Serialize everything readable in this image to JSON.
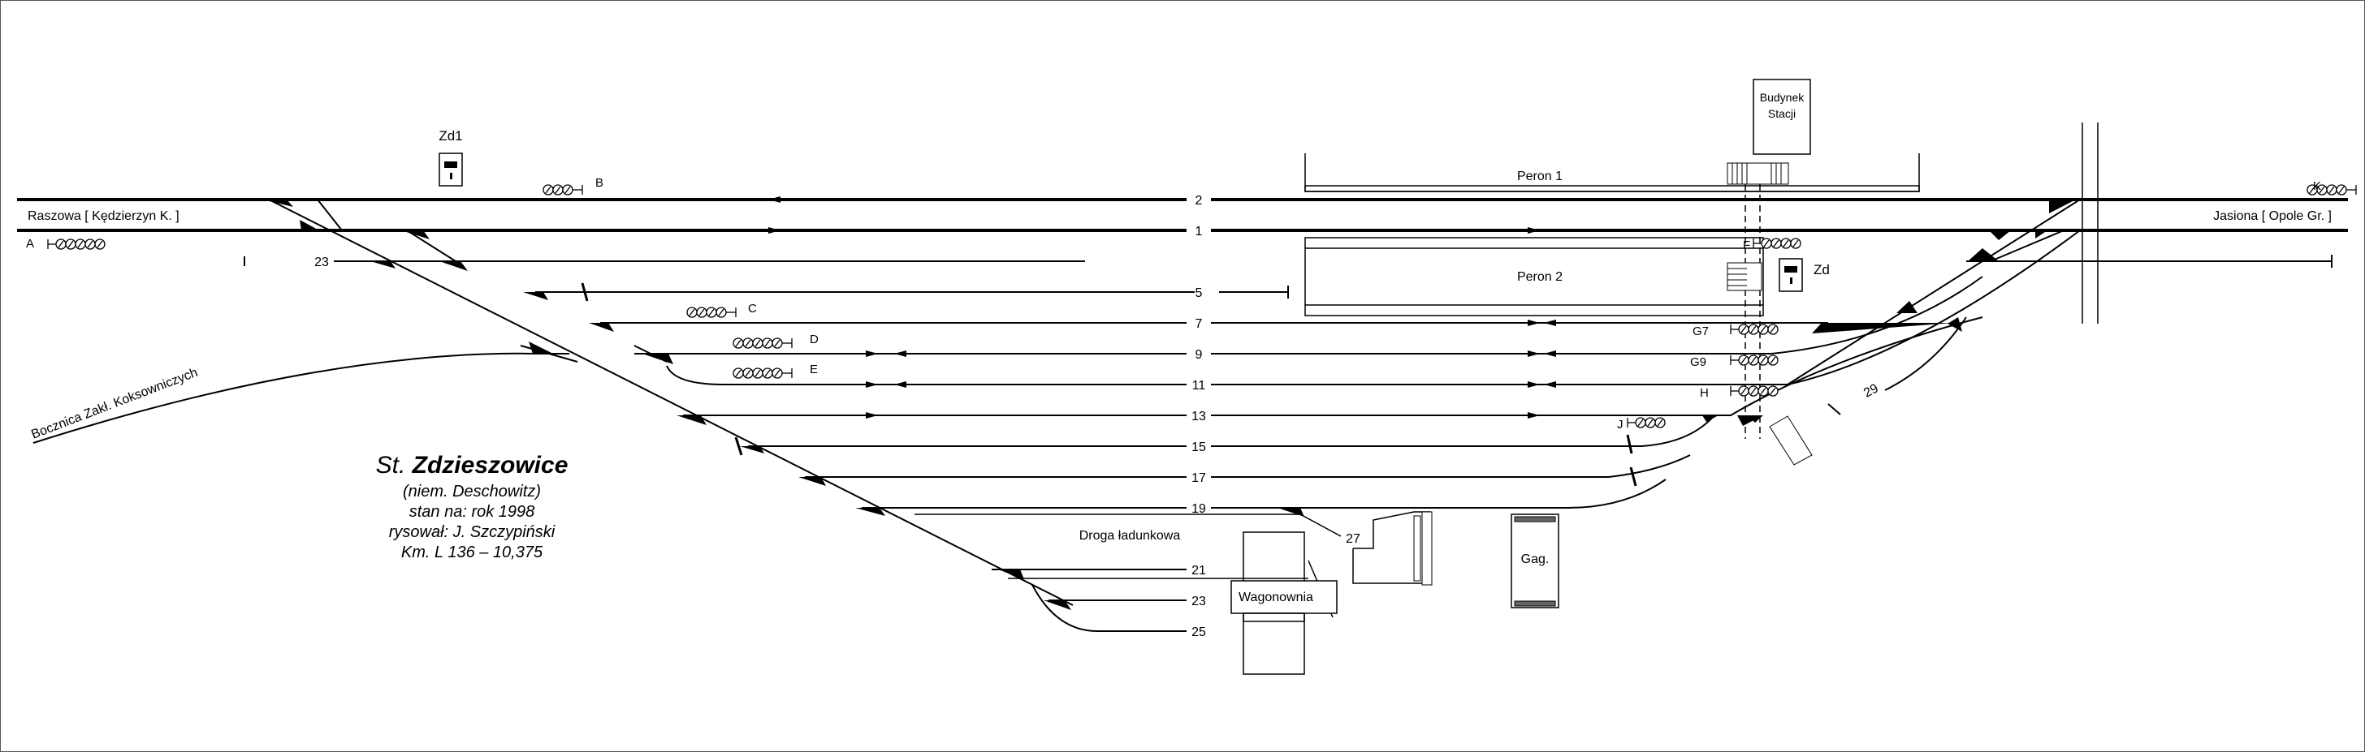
{
  "header": {
    "title_prefix": "St.",
    "title_name": "Zdzieszowice",
    "subtitle_lines": [
      "(niem. Deschowitz)",
      "stan na: rok 1998",
      "rysował: J. Szczypiński",
      "Km. L 136 – 10,375"
    ]
  },
  "directions": {
    "left": "Raszowa [ Kędzierzyn K. ]",
    "right": "Jasiona [ Opole Gr. ]",
    "siding": "Bocznica Zakł. Koksowniczych"
  },
  "signal_boxes": {
    "zd1": "Zd1",
    "zd": "Zd"
  },
  "buildings": {
    "station_line1": "Budynek",
    "station_line2": "Stacji",
    "platform1": "Peron 1",
    "platform2": "Peron 2",
    "garage": "Gag.",
    "carriage_shed": "Wagonownia",
    "loading_road": "Droga ładunkowa"
  },
  "tracks": {
    "t2": "2",
    "t1": "1",
    "t5": "5",
    "t7": "7",
    "t9": "9",
    "t11": "11",
    "t13": "13",
    "t15": "15",
    "t17": "17",
    "t19": "19",
    "t21": "21",
    "t23": "23",
    "t25": "25",
    "t27": "27",
    "t29": "29",
    "t23_left": "23"
  },
  "signals": {
    "A": "A",
    "B": "B",
    "C": "C",
    "D": "D",
    "E": "E",
    "F": "F",
    "G7": "G7",
    "G9": "G9",
    "H": "H",
    "J": "J",
    "K": "K"
  }
}
